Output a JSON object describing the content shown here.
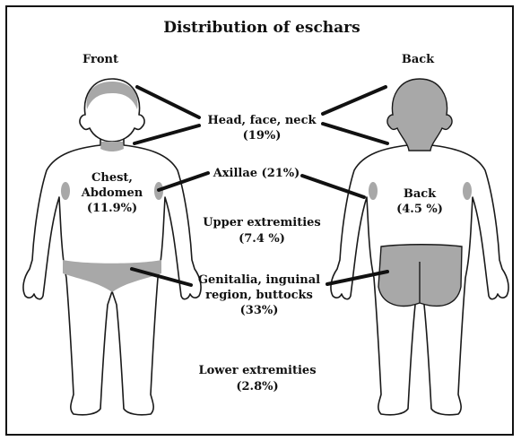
{
  "title": "Distribution of eschars",
  "views": {
    "front": "Front",
    "back": "Back"
  },
  "labels": {
    "head_line1": "Head, face, neck",
    "head_line2": "(19%)",
    "axillae": "Axillae (21%)",
    "chest_line1": "Chest,",
    "chest_line2": "Abdomen",
    "chest_line3": "(11.9%)",
    "back_line1": "Back",
    "back_line2": "(4.5 %)",
    "upper_line1": "Upper extremities",
    "upper_line2": "(7.4 %)",
    "genitalia_line1": "Genitalia, inguinal",
    "genitalia_line2": "region, buttocks",
    "genitalia_line3": "(33%)",
    "lower_line1": "Lower extremities",
    "lower_line2": "(2.8%)"
  },
  "colors": {
    "shade": "#a8a8a8",
    "outline": "#1a1a1a",
    "background": "#ffffff"
  }
}
